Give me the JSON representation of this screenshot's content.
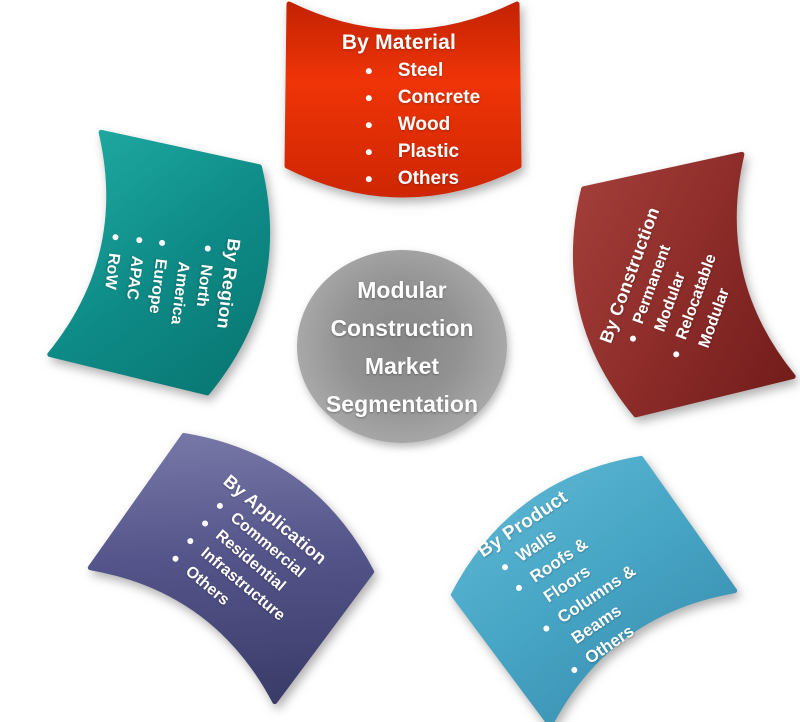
{
  "center": {
    "title": "Modular\nConstruction\nMarket\nSegmentation"
  },
  "banners": {
    "material": {
      "title": "By Material",
      "items": [
        "Steel",
        "Concrete",
        "Wood",
        "Plastic",
        "Others"
      ],
      "colors": [
        "#c42303",
        "#ef3407",
        "#cf2603"
      ]
    },
    "region": {
      "title": "By Region",
      "items": [
        "North\nAmerica",
        "Europe",
        "APAC",
        "RoW"
      ],
      "colors": [
        "#1ea79f",
        "#0e8b87",
        "#097672"
      ]
    },
    "construction": {
      "title": "By Construction",
      "items": [
        "Permanent\nModular",
        "Relocatable\nModular"
      ],
      "colors": [
        "#a5403c",
        "#8e2d2a",
        "#731d1b"
      ]
    },
    "application": {
      "title": "By Application",
      "items": [
        "Commercial",
        "Residential",
        "Infrastructure",
        "Others"
      ],
      "colors": [
        "#7d7dac",
        "#54548a",
        "#3b3b69"
      ]
    },
    "product": {
      "title": "By Product",
      "items": [
        "Walls",
        "Roofs & Floors",
        "Columns &\nBeams",
        "Others"
      ],
      "colors": [
        "#55b1ce",
        "#47a5c5",
        "#3f97b8"
      ]
    }
  }
}
